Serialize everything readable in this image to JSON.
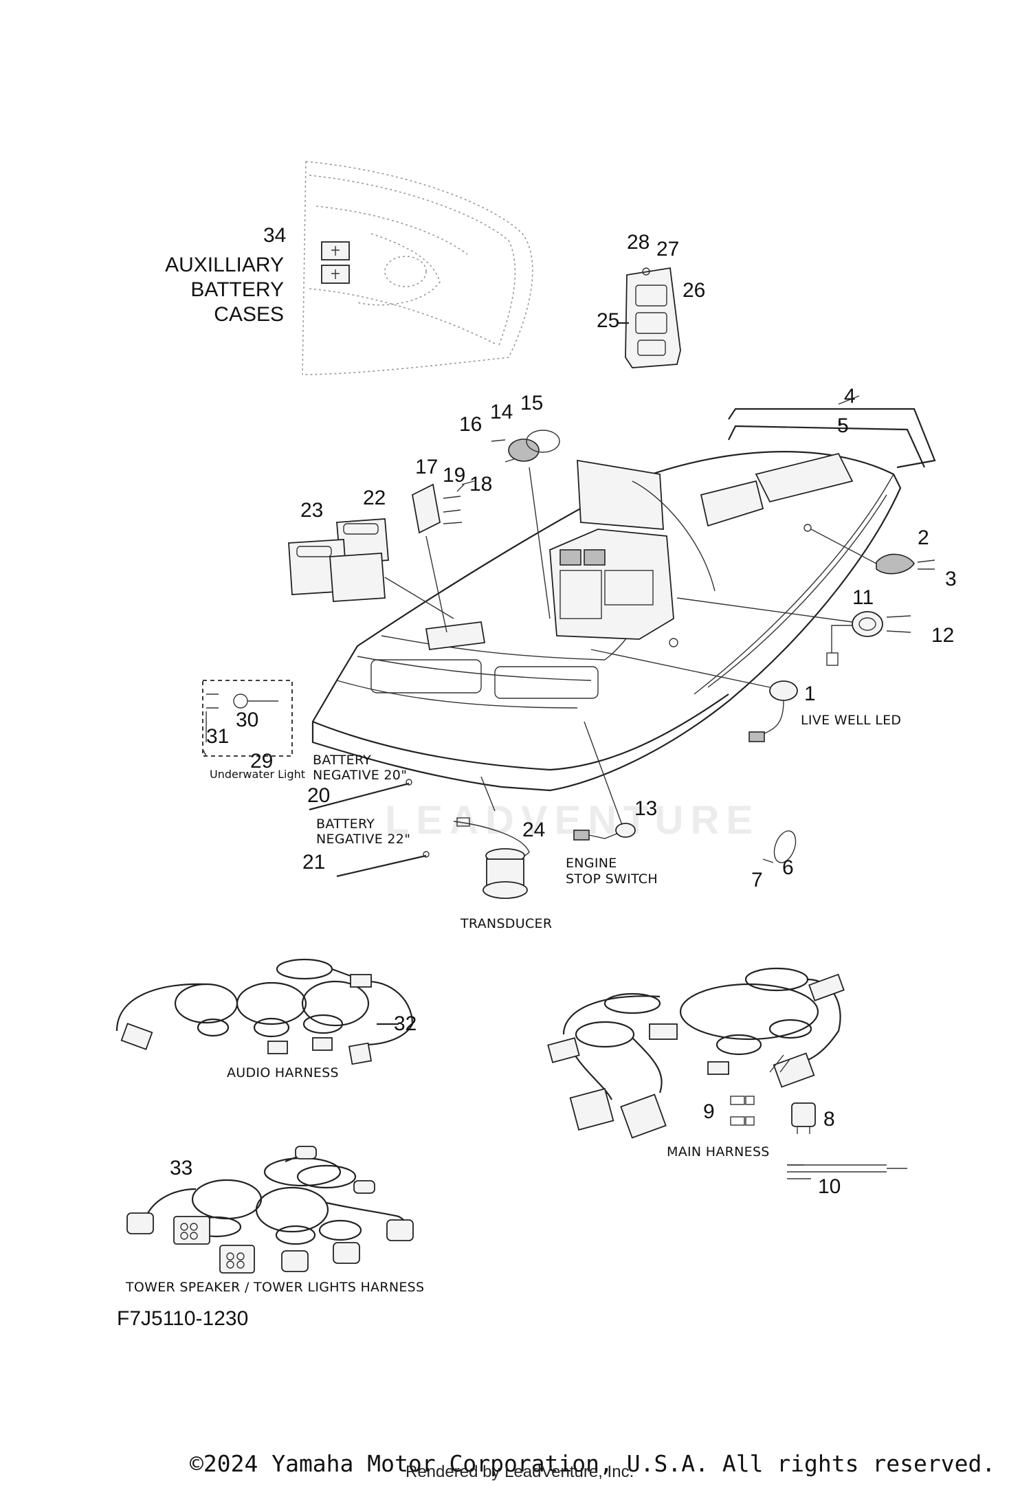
{
  "diagram": {
    "parts_code": "F7J5110-1230",
    "callouts": [
      {
        "id": "c1",
        "label": "1"
      },
      {
        "id": "c2",
        "label": "2"
      },
      {
        "id": "c3",
        "label": "3"
      },
      {
        "id": "c4",
        "label": "4"
      },
      {
        "id": "c5",
        "label": "5"
      },
      {
        "id": "c6",
        "label": "6"
      },
      {
        "id": "c7",
        "label": "7"
      },
      {
        "id": "c8",
        "label": "8"
      },
      {
        "id": "c9",
        "label": "9"
      },
      {
        "id": "c10",
        "label": "10"
      },
      {
        "id": "c11",
        "label": "11"
      },
      {
        "id": "c12",
        "label": "12"
      },
      {
        "id": "c13",
        "label": "13"
      },
      {
        "id": "c14",
        "label": "14"
      },
      {
        "id": "c15",
        "label": "15"
      },
      {
        "id": "c16",
        "label": "16"
      },
      {
        "id": "c17",
        "label": "17"
      },
      {
        "id": "c18",
        "label": "18"
      },
      {
        "id": "c19",
        "label": "19"
      },
      {
        "id": "c20",
        "label": "20"
      },
      {
        "id": "c21",
        "label": "21"
      },
      {
        "id": "c22",
        "label": "22"
      },
      {
        "id": "c23",
        "label": "23"
      },
      {
        "id": "c24",
        "label": "24"
      },
      {
        "id": "c25",
        "label": "25"
      },
      {
        "id": "c26",
        "label": "26"
      },
      {
        "id": "c27",
        "label": "27"
      },
      {
        "id": "c28",
        "label": "28"
      },
      {
        "id": "c29",
        "label": "29"
      },
      {
        "id": "c30",
        "label": "30"
      },
      {
        "id": "c31",
        "label": "31"
      },
      {
        "id": "c32",
        "label": "32"
      },
      {
        "id": "c33",
        "label": "33"
      },
      {
        "id": "c34",
        "label": "34"
      }
    ],
    "captions": {
      "aux_line1": "AUXILLIARY",
      "aux_line2": "BATTERY",
      "aux_line3": "CASES",
      "live_well_led": "LIVE WELL LED",
      "underwater_light": "Underwater Light",
      "battery_neg_20_l1": "BATTERY",
      "battery_neg_20_l2": "NEGATIVE 20\"",
      "battery_neg_22_l1": "BATTERY",
      "battery_neg_22_l2": "NEGATIVE 22\"",
      "engine_stop_l1": "ENGINE",
      "engine_stop_l2": "STOP SWITCH",
      "transducer": "TRANSDUCER",
      "audio_harness": "AUDIO HARNESS",
      "main_harness": "MAIN HARNESS",
      "tower_harness": "TOWER SPEAKER / TOWER LIGHTS HARNESS"
    }
  },
  "watermark": "LEADVENTURE",
  "footer": {
    "copyright": "©2024 Yamaha Motor Corporation, U.S.A. All rights reserved.",
    "rendered_by": "Rendered by LeadVenture, Inc."
  }
}
